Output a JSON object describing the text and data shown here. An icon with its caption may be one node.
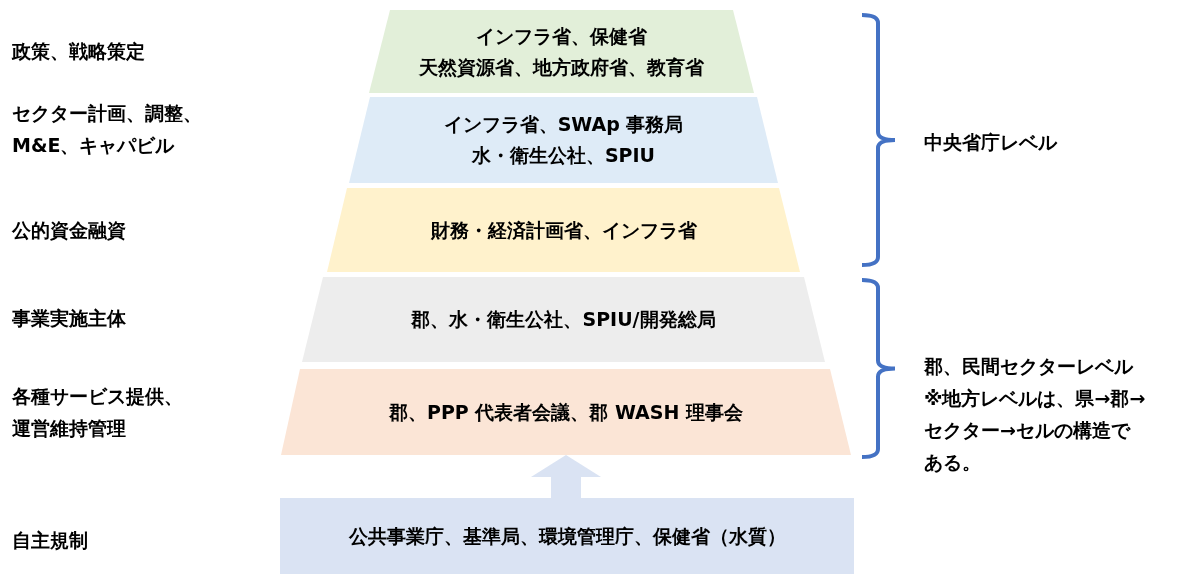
{
  "diagram": {
    "nodes": [
      {
        "text": [
          "インフラ省、保健省",
          "天然資源省、地方政府省、教育省"
        ]
      },
      {
        "text": [
          "インフラ省、SWAp 事務局",
          "水・衛生公社、SPIU"
        ]
      },
      {
        "text": [
          "財務・経済計画省、インフラ省"
        ]
      },
      {
        "text": [
          "郡、水・衛生公社、SPIU/開発総局"
        ]
      },
      {
        "text": [
          "郡、PPP 代表者会議、郡 WASH 理事会"
        ]
      },
      {
        "text": [
          "公共事業庁、基準局、環境管理庁、保健省（水質）"
        ]
      }
    ],
    "edges": [
      {
        "from": 5,
        "to": 4,
        "arrow": "to",
        "color": "#dae3f3"
      }
    ],
    "labels": [
      "政策、戦略策定",
      "セクター計画、調整、M&E、キャパビル",
      "公的資金融資",
      "中央省庁レベル",
      "事業実施主体",
      "各種サービス提供、運営維持管理",
      "郡、民間セクターレベル",
      "※地方レベルは、県→郡→セクター→セルの構造である。",
      "自主規制"
    ]
  }
}
